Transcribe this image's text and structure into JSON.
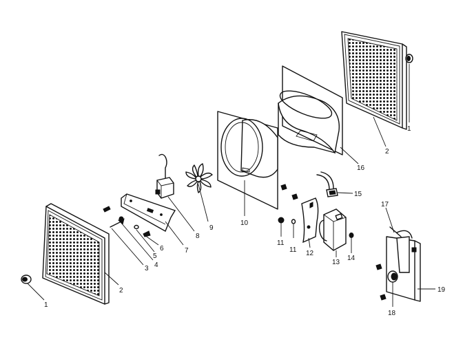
{
  "callouts": [
    {
      "id": "c1a",
      "text": "1"
    },
    {
      "id": "c1b",
      "text": "1"
    },
    {
      "id": "c2a",
      "text": "2"
    },
    {
      "id": "c2b",
      "text": "2"
    },
    {
      "id": "c3",
      "text": "3"
    },
    {
      "id": "c4",
      "text": "4"
    },
    {
      "id": "c5",
      "text": "5"
    },
    {
      "id": "c6",
      "text": "6"
    },
    {
      "id": "c7",
      "text": "7"
    },
    {
      "id": "c8",
      "text": "8"
    },
    {
      "id": "c9",
      "text": "9"
    },
    {
      "id": "c10",
      "text": "10"
    },
    {
      "id": "c11a",
      "text": "11"
    },
    {
      "id": "c11b",
      "text": "11"
    },
    {
      "id": "c12",
      "text": "12"
    },
    {
      "id": "c13",
      "text": "13"
    },
    {
      "id": "c14",
      "text": "14"
    },
    {
      "id": "c15",
      "text": "15"
    },
    {
      "id": "c16",
      "text": "16"
    },
    {
      "id": "c17",
      "text": "17"
    },
    {
      "id": "c18",
      "text": "18"
    },
    {
      "id": "c19",
      "text": "19"
    }
  ]
}
